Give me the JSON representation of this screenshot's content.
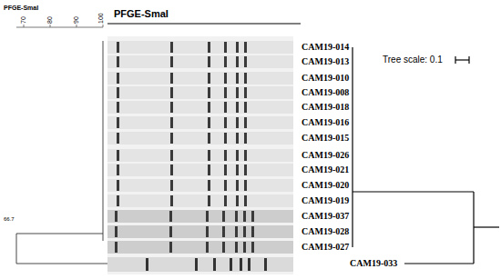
{
  "diagram": {
    "labels": [
      "PFGE-SmaI",
      "70",
      "80",
      "90",
      "100",
      "PFGE-SmaI",
      "CAM19-014",
      "CAM19-013",
      "CAM19-010",
      "CAM19-008",
      "CAM19-018",
      "CAM19-016",
      "CAM19-015",
      "CAM19-026",
      "CAM19-021",
      "CAM19-020",
      "CAM19-019",
      "CAM19-037",
      "CAM19-028",
      "CAM19-027",
      "Tree scale: 0.1",
      "CAM19-033",
      "66.7"
    ]
  }
}
